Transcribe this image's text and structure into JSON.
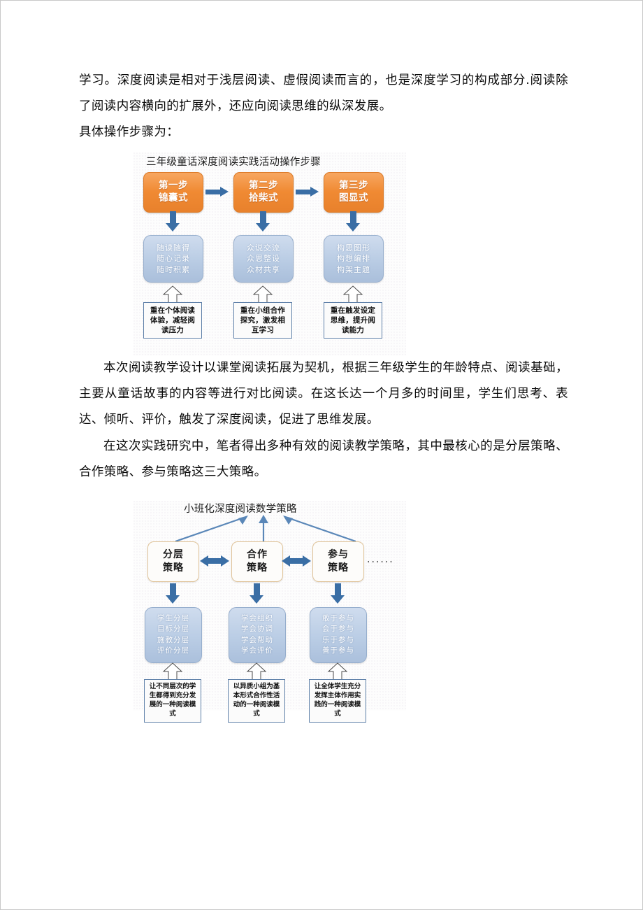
{
  "document": {
    "paragraphs": [
      "学习。深度阅读是相对于浅层阅读、虚假阅读而言的，也是深度学习的构成部分.阅读除了阅读内容横向的扩展外，还应向阅读思维的纵深发展。",
      "具体操作步骤为：",
      "本次阅读教学设计以课堂阅读拓展为契机，根据三年级学生的年龄特点、阅读基础，主要从童话故事的内容等进行对比阅读。在这长达一个月多的时间里，学生们思考、表达、倾听、评价，触发了深度阅读，促进了思维发展。",
      "在这次实践研究中，笔者得出多种有效的阅读教学策略，其中最核心的是分层策略、合作策略、参与策略这三大策略。"
    ]
  },
  "figure_steps": {
    "title": "三年级童话深度阅读实践活动操作步骤",
    "steps": [
      {
        "line1": "第一步",
        "line2": "锦囊式"
      },
      {
        "line1": "第二步",
        "line2": "拾柴式"
      },
      {
        "line1": "第三步",
        "line2": "图显式"
      }
    ],
    "details": [
      {
        "line1": "随读随得",
        "line2": "随心记录",
        "line3": "随时积累"
      },
      {
        "line1": "众说交流",
        "line2": "众思整设",
        "line3": "众材共享"
      },
      {
        "line1": "构思图形",
        "line2": "构想编排",
        "line3": "构架主题"
      }
    ],
    "notes": [
      "重在个体阅读体验，减轻阅读压力",
      "重在小组合作探究，激发相互学习",
      "重在触发设定思维，提升阅读能力"
    ]
  },
  "figure_strategy": {
    "title": "小班化深度阅读数学策略",
    "strategies": [
      {
        "line1": "分层",
        "line2": "策略"
      },
      {
        "line1": "合作",
        "line2": "策略"
      },
      {
        "line1": "参与",
        "line2": "策略"
      }
    ],
    "ellipsis": "......",
    "practices": [
      {
        "line1": "学生分层",
        "line2": "目标分层",
        "line3": "施教分层",
        "line4": "评价分层"
      },
      {
        "line1": "学会组织",
        "line2": "学会协调",
        "line3": "学会帮助",
        "line4": "学会评价"
      },
      {
        "line1": "敢于参与",
        "line2": "会于参与",
        "line3": "乐于参与",
        "line4": "善于参与"
      }
    ],
    "modes": [
      "让不同层次的学生都得到充分发展的一种阅读模式",
      "以异质小组为基本形式合作性活动的一种阅读模式",
      "让全体学生充分发挥主体作用实践的一种阅读模式"
    ]
  },
  "colors": {
    "step_orange": "#f08a33",
    "arrow_blue": "#3a6ea5",
    "detail_blue": "#b9cce4",
    "note_border": "#5d7fa8",
    "strategy_border": "#e0c49a"
  }
}
